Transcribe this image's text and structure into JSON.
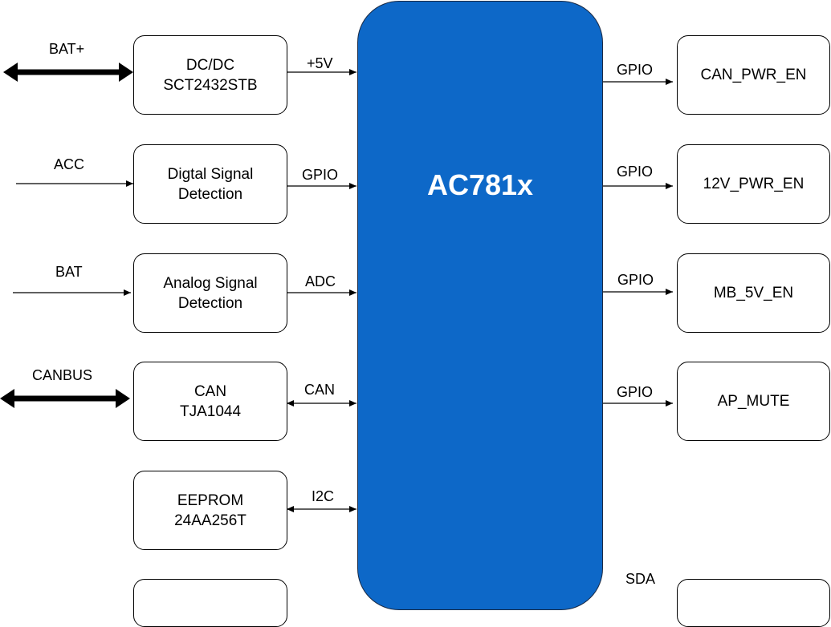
{
  "mcu": {
    "name": "AC781x",
    "fill": "#0d68c8"
  },
  "left_modules": [
    {
      "line1": "DC/DC",
      "line2": "SCT2432STB",
      "input": "BAT+",
      "bus": "+5V"
    },
    {
      "line1": "Digtal Signal",
      "line2": "Detection",
      "input": "ACC",
      "bus": "GPIO"
    },
    {
      "line1": "Analog Signal",
      "line2": "Detection",
      "input": "BAT",
      "bus": "ADC"
    },
    {
      "line1": "CAN",
      "line2": "TJA1044",
      "input": "CANBUS",
      "bus": "CAN"
    },
    {
      "line1": "EEPROM",
      "line2": "24AA256T",
      "bus": "I2C"
    }
  ],
  "right_modules": [
    {
      "name": "CAN_PWR_EN",
      "bus": "GPIO"
    },
    {
      "name": "12V_PWR_EN",
      "bus": "GPIO"
    },
    {
      "name": "MB_5V_EN",
      "bus": "GPIO"
    },
    {
      "name": "AP_MUTE",
      "bus": "GPIO"
    }
  ],
  "bottom_right_label": "SDA"
}
